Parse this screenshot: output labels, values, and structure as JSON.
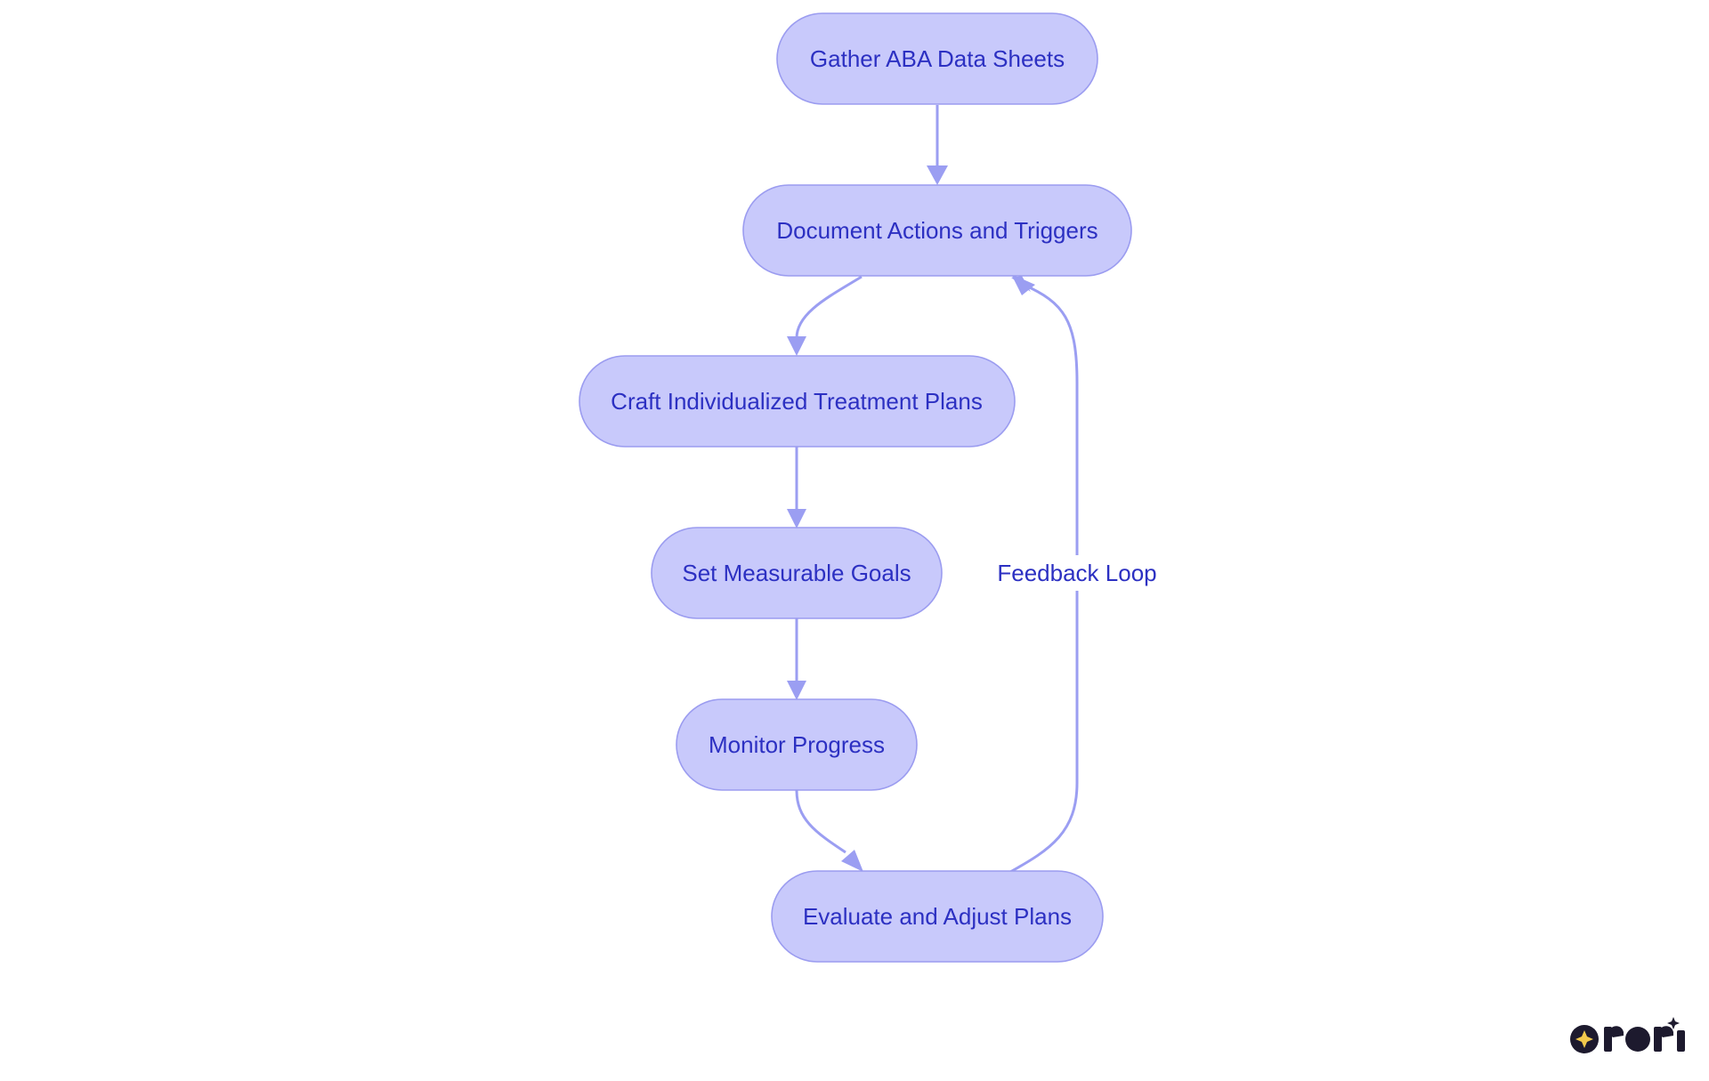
{
  "flowchart": {
    "nodes": [
      {
        "id": "gather",
        "label": "Gather ABA Data Sheets"
      },
      {
        "id": "document",
        "label": "Document Actions and Triggers"
      },
      {
        "id": "craft",
        "label": "Craft Individualized Treatment Plans"
      },
      {
        "id": "goals",
        "label": "Set Measurable Goals"
      },
      {
        "id": "monitor",
        "label": "Monitor Progress"
      },
      {
        "id": "evaluate",
        "label": "Evaluate and Adjust Plans"
      }
    ],
    "edges": [
      {
        "from": "gather",
        "to": "document",
        "label": ""
      },
      {
        "from": "document",
        "to": "craft",
        "label": ""
      },
      {
        "from": "craft",
        "to": "goals",
        "label": ""
      },
      {
        "from": "goals",
        "to": "monitor",
        "label": ""
      },
      {
        "from": "monitor",
        "to": "evaluate",
        "label": ""
      },
      {
        "from": "evaluate",
        "to": "document",
        "label": "Feedback Loop"
      }
    ]
  },
  "colors": {
    "node_fill": "#c8c9fb",
    "node_stroke": "#9b9cf0",
    "node_text": "#2c30c2",
    "edge": "#9b9ef2"
  },
  "brand": {
    "logo_text": "rori",
    "logo_icon": "sparkle-icon"
  }
}
